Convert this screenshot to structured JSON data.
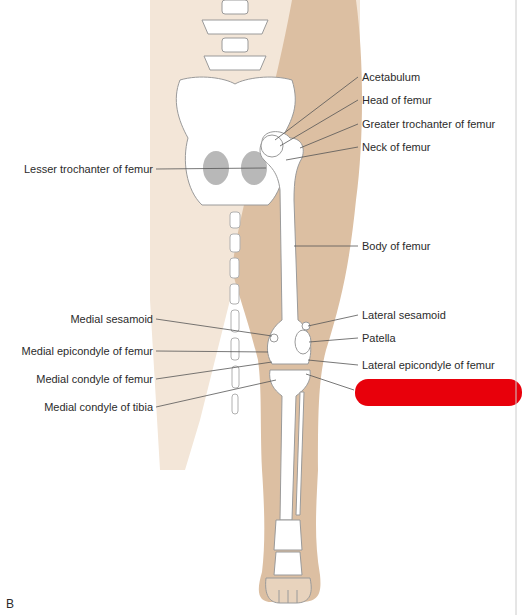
{
  "diagram": {
    "labels": [
      "Acetabulum",
      "Head of femur",
      "Greater trochanter of femur",
      "Lesser trochanter of femur",
      "Neck of femur",
      "Body of femur",
      "Medial sesamoid",
      "Lateral sesamoid",
      "Patella",
      "Medial epicondyle of femur",
      "Lateral epicondyle of femur",
      "Medial condyle of femur",
      "Medial condyle of tibia",
      "B"
    ]
  }
}
